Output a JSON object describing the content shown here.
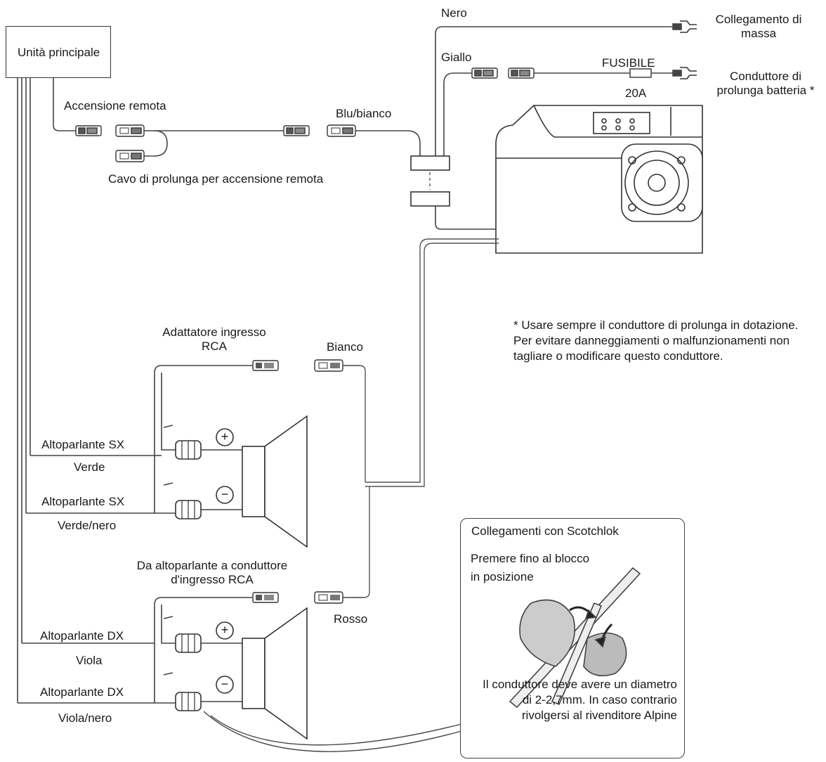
{
  "head_unit": {
    "label": "Unità principale"
  },
  "wires": {
    "remote_on": "Accensione remota",
    "blue_white": "Blu/bianco",
    "remote_extension_cable": "Cavo di prolunga per accensione remota",
    "black": "Nero",
    "yellow": "Giallo",
    "white": "Bianco",
    "red": "Rosso"
  },
  "power": {
    "ground": "Collegamento di massa",
    "fuse_label": "FUSIBILE",
    "fuse_rating": "20A",
    "battery_lead": "Conduttore di prolunga batteria *"
  },
  "rca": {
    "adapter": "Adattatore ingresso RCA",
    "speaker_to_rca": "Da altoparlante a conduttore d'ingresso RCA"
  },
  "speakers": [
    {
      "name": "Altoparlante SX",
      "color": "Verde",
      "polarity": "+"
    },
    {
      "name": "Altoparlante SX",
      "color": "Verde/nero",
      "polarity": "−"
    },
    {
      "name": "Altoparlante DX",
      "color": "Viola",
      "polarity": "+"
    },
    {
      "name": "Altoparlante DX",
      "color": "Viola/nero",
      "polarity": "−"
    }
  ],
  "note": "* Usare sempre il conduttore di prolunga in dotazione. Per evitare danneggiamenti o malfunzionamenti non tagliare o modificare questo conduttore.",
  "scotchlok": {
    "title": "Collegamenti con Scotchlok",
    "press": "Premere fino al blocco in posizione",
    "wire_note": "Il conduttore deve avere un diametro di 2-2,7mm. In caso contrario rivolgersi al rivenditore Alpine"
  }
}
